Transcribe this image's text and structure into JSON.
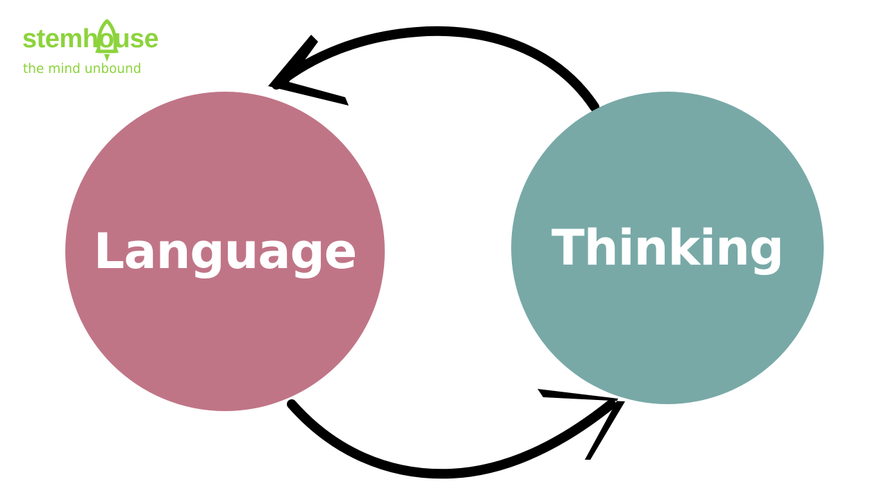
{
  "logo": {
    "brand": "stemhouse",
    "tagline": "the mind unbound",
    "color": "#8cd33c",
    "icon": "rocket-icon"
  },
  "nodes": {
    "language": {
      "label": "Language",
      "color": "#c07587"
    },
    "thinking": {
      "label": "Thinking",
      "color": "#78a9a7"
    }
  },
  "edges": [
    {
      "from": "Thinking",
      "to": "Language",
      "direction": "top",
      "color": "#000000"
    },
    {
      "from": "Language",
      "to": "Thinking",
      "direction": "bottom",
      "color": "#000000"
    }
  ]
}
